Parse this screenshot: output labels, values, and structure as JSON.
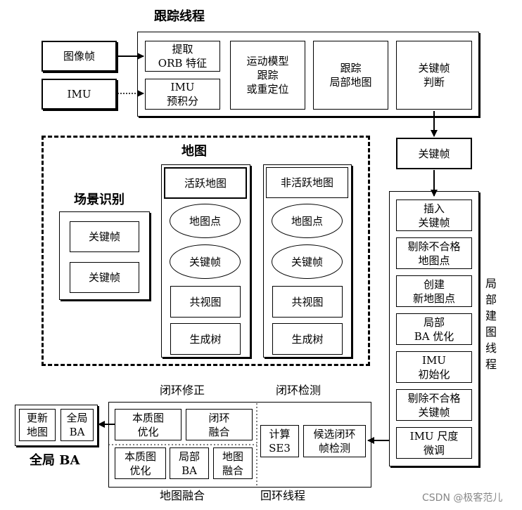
{
  "titles": {
    "tracking": "跟踪线程",
    "map": "地图",
    "scene": "场景识别",
    "local_mapping": "局\n部\n建\n图\n线\n程",
    "loop_correction": "闭环修正",
    "loop_detection": "闭环检测",
    "global_ba": "全局 BA",
    "map_merging": "地图融合",
    "loop_thread": "回环线程"
  },
  "tracking": {
    "image_frame": "图像帧",
    "imu": "IMU",
    "orb": "提取\nORB 特征",
    "imu_preint": "IMU\n预积分",
    "motion_model": "运动模型\n跟踪\n或重定位",
    "track_local_map": "跟踪\n局部地图",
    "keyframe_decision": "关键帧\n判断"
  },
  "keyframe_box": "关键帧",
  "scene": {
    "keyframe1": "关键帧",
    "keyframe2": "关键帧"
  },
  "active_map": {
    "title": "活跃地图",
    "points": "地图点",
    "keyframes": "关键帧",
    "covisibility": "共视图",
    "spanning_tree": "生成树"
  },
  "inactive_map": {
    "title": "非活跃地图",
    "points": "地图点",
    "keyframes": "关键帧",
    "covisibility": "共视图",
    "spanning_tree": "生成树"
  },
  "local_mapping": {
    "insert_kf": "插入\n关键帧",
    "cull_points": "剔除不合格\n地图点",
    "create_points": "创建\n新地图点",
    "local_ba": "局部\nBA 优化",
    "imu_init": "IMU\n初始化",
    "cull_kf": "剔除不合格\n关键帧",
    "imu_scale": "IMU 尺度\n微调"
  },
  "loop": {
    "essential_graph": "本质图\n优化",
    "loop_fusion": "闭环\n融合",
    "essential_graph2": "本质图\n优化",
    "local_ba": "局部\nBA",
    "map_fusion": "地图\n融合",
    "compute_se3": "计算\nSE3",
    "candidate_detection": "候选闭环\n帧检测"
  },
  "global_ba": {
    "update_map": "更新\n地图",
    "global_ba": "全局\nBA"
  },
  "watermark": "CSDN @极客范儿"
}
